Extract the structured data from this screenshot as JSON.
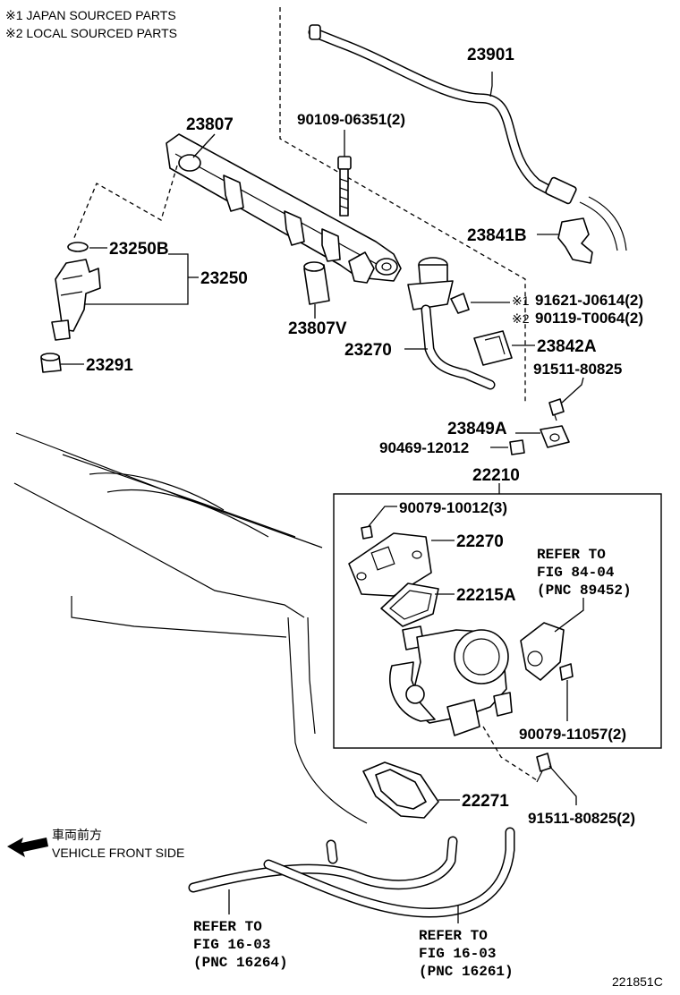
{
  "notes": {
    "note1": "※1 JAPAN SOURCED PARTS",
    "note2": "※2 LOCAL SOURCED PARTS"
  },
  "parts": {
    "p23901": "23901",
    "p23807": "23807",
    "p90109": "90109-06351(2)",
    "p23841B": "23841B",
    "p23250B": "23250B",
    "p23250": "23250",
    "p23807V": "23807V",
    "p91621": "91621-J0614(2)",
    "p90119": "90119-T0064(2)",
    "p23270": "23270",
    "p23842A": "23842A",
    "p23291": "23291",
    "p91511a": "91511-80825",
    "p23849A": "23849A",
    "p90469": "90469-12012",
    "p22210": "22210",
    "p90079a": "90079-10012(3)",
    "p22270": "22270",
    "p22215A": "22215A",
    "p90079b": "90079-11057(2)",
    "p22271": "22271",
    "p91511b": "91511-80825(2)"
  },
  "markers": {
    "m1": "※1",
    "m2": "※2"
  },
  "refs": {
    "ref84": [
      "REFER TO",
      "FIG 84-04",
      "(PNC 89452)"
    ],
    "ref16a": [
      "REFER TO",
      "FIG 16-03",
      "(PNC 16264)"
    ],
    "ref16b": [
      "REFER TO",
      "FIG 16-03",
      "(PNC 16261)"
    ]
  },
  "front": {
    "jp": "車両前方",
    "en": "VEHICLE FRONT SIDE"
  },
  "figure_id": "221851C"
}
